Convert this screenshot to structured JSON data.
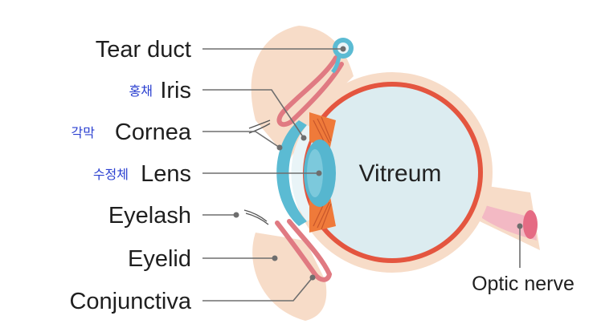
{
  "labels": {
    "tear_duct": "Tear duct",
    "iris": "Iris",
    "iris_ko": "홍채",
    "cornea": "Cornea",
    "cornea_ko": "각막",
    "lens": "Lens",
    "lens_ko": "수정체",
    "eyelash": "Eyelash",
    "eyelid": "Eyelid",
    "conjunctiva": "Conjunctiva",
    "vitreum": "Vitreum",
    "optic_nerve": "Optic nerve"
  },
  "colors": {
    "sclera_red": "#e4553f",
    "skin": "#f7dcc8",
    "vitreous": "#dcecf0",
    "cornea_blue": "#5bbbd3",
    "lens_blue": "#56b6cf",
    "conjunctiva_pink": "#e07a82",
    "korean_text": "#2a3fd0"
  }
}
